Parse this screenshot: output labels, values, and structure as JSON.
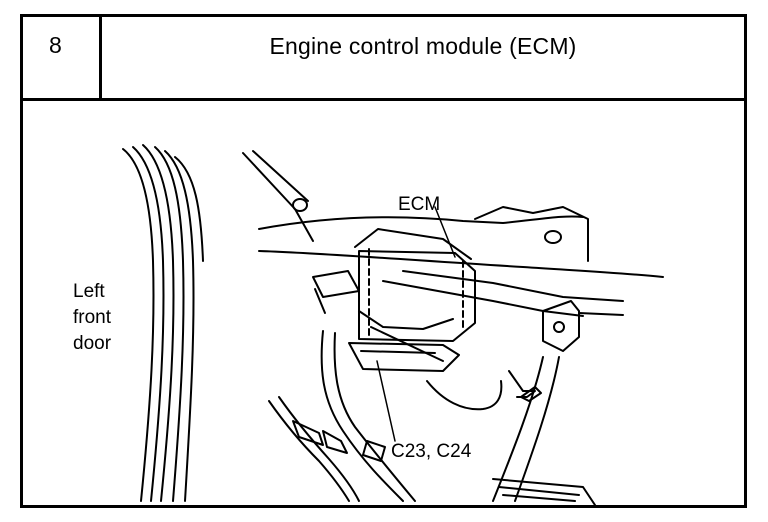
{
  "header": {
    "step_number": "8",
    "title": "Engine control module (ECM)"
  },
  "labels": {
    "door_line1": "Left",
    "door_line2": "front",
    "door_line3": "door",
    "ecm": "ECM",
    "connectors": "C23, C24"
  }
}
